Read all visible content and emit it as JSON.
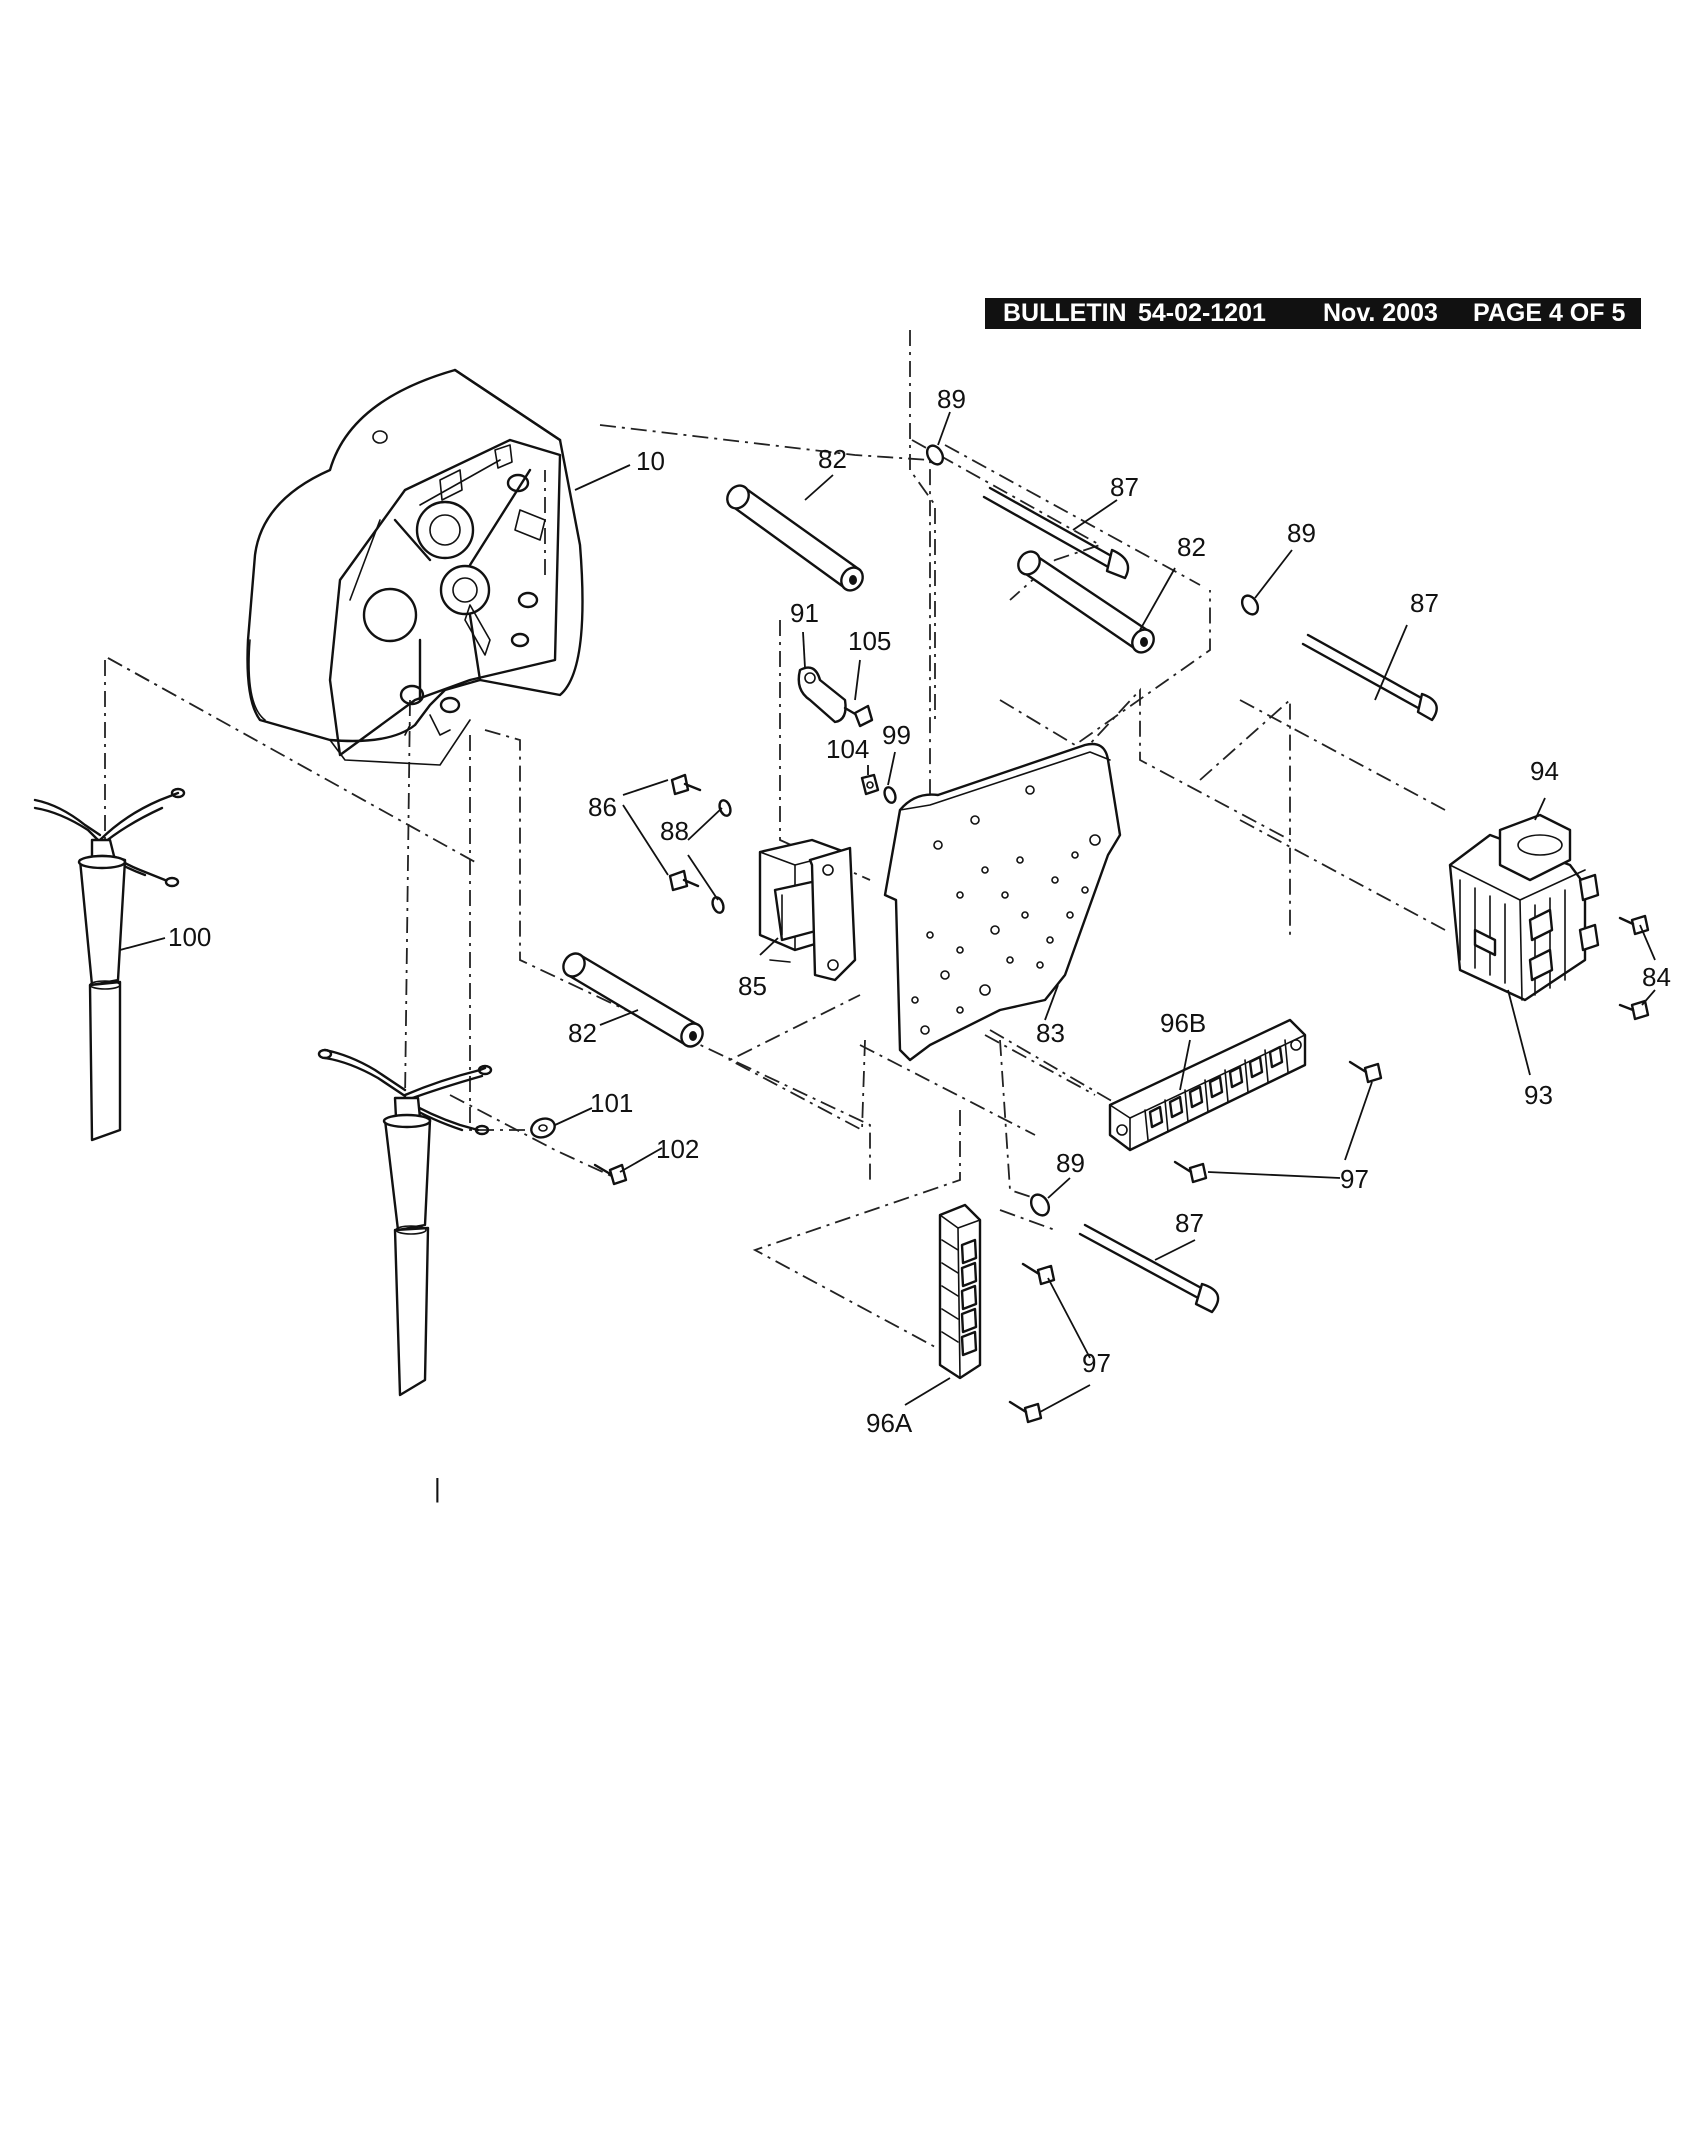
{
  "header": {
    "bulletin_word": "BULLETIN",
    "bulletin_number": "54-02-1201",
    "date": "Nov. 2003",
    "page": "PAGE 4 OF 5"
  },
  "callouts": {
    "c10": "10",
    "c82a": "82",
    "c89a": "89",
    "c87a": "87",
    "c82b": "82",
    "c89b": "89",
    "c87b": "87",
    "c91": "91",
    "c105": "105",
    "c104": "104",
    "c99": "99",
    "c86": "86",
    "c88": "88",
    "c94": "94",
    "c100": "100",
    "c85": "85",
    "c84": "84",
    "c82c": "82",
    "c83": "83",
    "c96b": "96B",
    "c93": "93",
    "c101": "101",
    "c102": "102",
    "c89c": "89",
    "c97a": "97",
    "c87c": "87",
    "c97b": "97",
    "c96a": "96A"
  },
  "stray_mark": "|"
}
